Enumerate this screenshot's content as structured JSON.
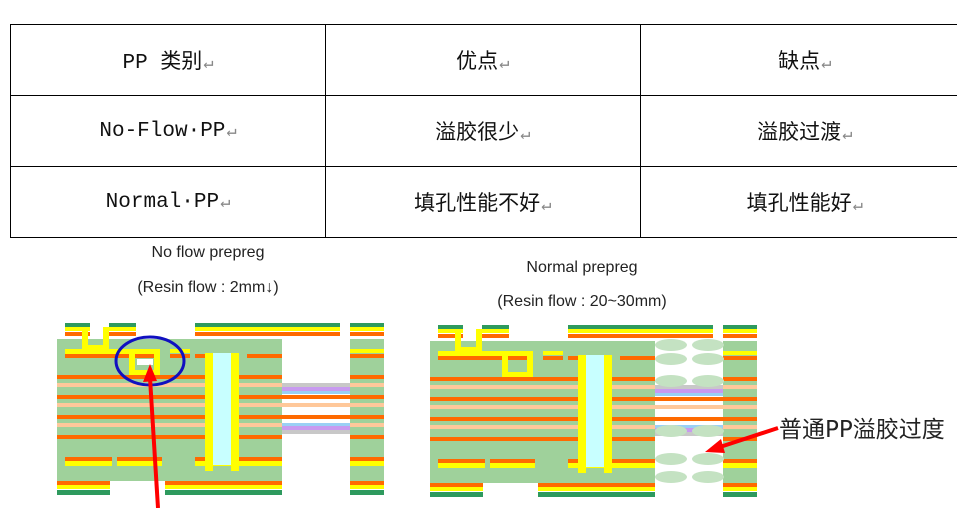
{
  "table": {
    "header": [
      "PP 类别",
      "优点",
      "缺点"
    ],
    "rows": [
      [
        "No-Flow·PP",
        "溢胶很少",
        "溢胶过渡"
      ],
      [
        "Normal·PP",
        "填孔性能不好",
        "填孔性能好"
      ]
    ],
    "return_mark": "↵"
  },
  "figure": {
    "left": {
      "title": "No flow prepreg",
      "subtitle": "(Resin flow : 2mm↓)"
    },
    "right": {
      "title": "Normal prepreg",
      "subtitle": "(Resin flow : 20~30mm)"
    },
    "annotation": "普通PP溢胶过度",
    "colors": {
      "copper": "#ff6a00",
      "plating": "#ffff00",
      "core": "#9fd19b",
      "mask": "#2e9a5e",
      "prepreg": "#ffc89a",
      "via_fill": "#c8ffff",
      "highlight": "#1010c0",
      "arrow": "#ff0000"
    }
  }
}
